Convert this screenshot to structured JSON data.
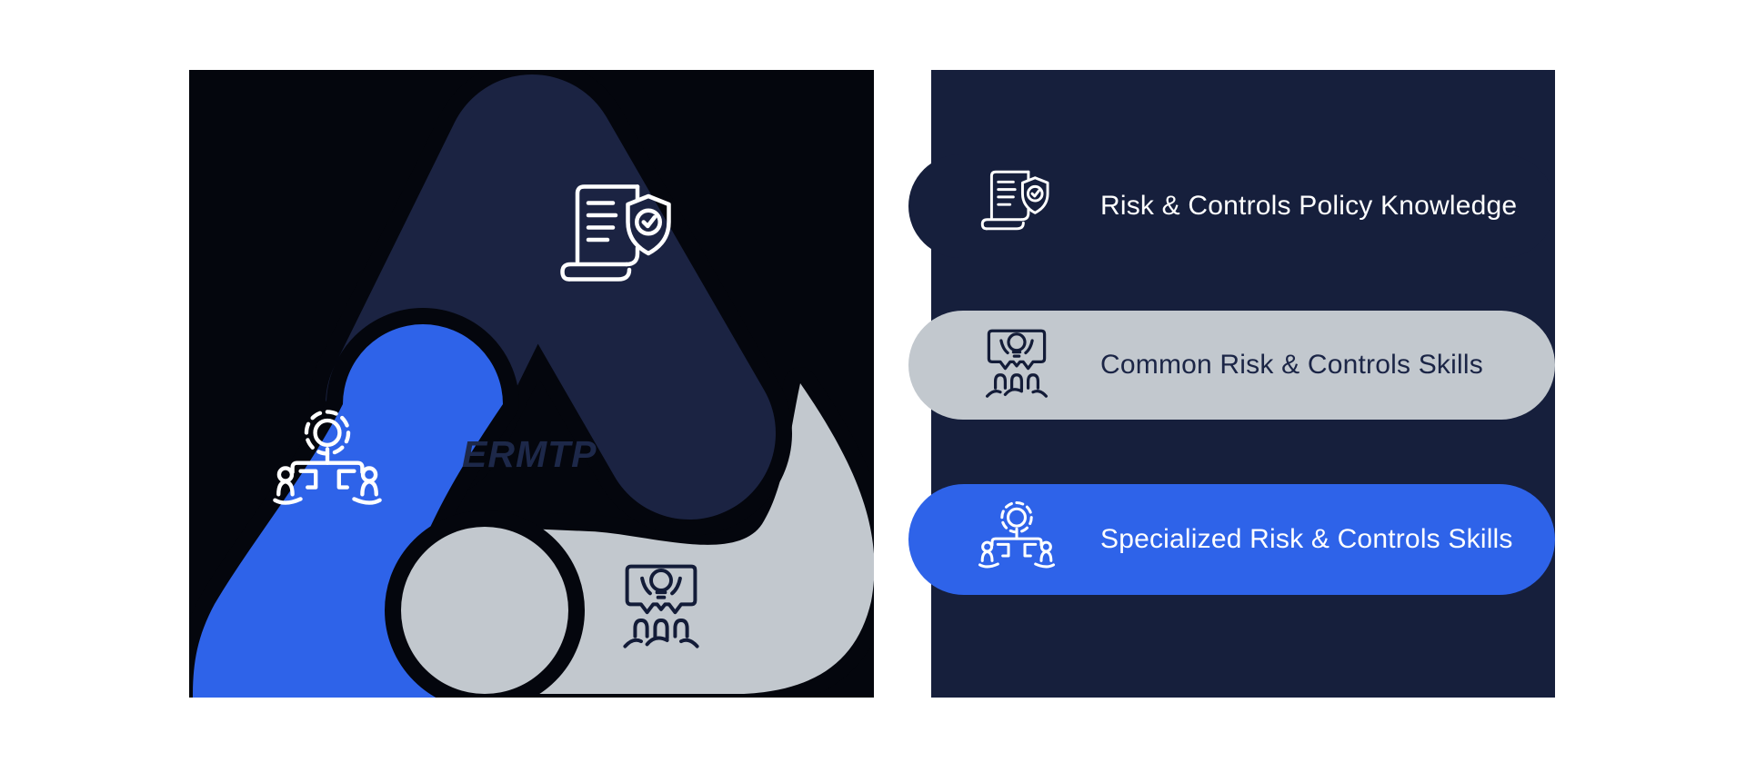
{
  "diagram": {
    "center_label": "ERMTP",
    "segments": [
      {
        "name": "policy-knowledge",
        "color": "#1b2342",
        "icon": "document-shield-icon"
      },
      {
        "name": "specialized-skills",
        "color": "#2e63e9",
        "icon": "gear-orgchart-icon"
      },
      {
        "name": "common-skills",
        "color": "#c2c8ce",
        "icon": "lightbulb-team-icon"
      }
    ],
    "background": "#04060d"
  },
  "panel": {
    "background": "#161f3c",
    "items": [
      {
        "label": "Risk & Controls Policy Knowledge",
        "icon": "document-shield-icon",
        "pill_color": "#161f3c",
        "text_color": "#ffffff"
      },
      {
        "label": "Common Risk & Controls Skills",
        "icon": "lightbulb-team-icon",
        "pill_color": "#c2c8ce",
        "text_color": "#1b2546"
      },
      {
        "label": "Specialized Risk & Controls Skills",
        "icon": "gear-orgchart-icon",
        "pill_color": "#2e63e9",
        "text_color": "#ffffff"
      }
    ]
  },
  "colors": {
    "navy": "#161f3c",
    "arch_navy": "#1b2342",
    "blue": "#2e63e9",
    "gray": "#c2c8ce",
    "ermtp_text": "#1d2849",
    "page_background": "#ffffff"
  }
}
